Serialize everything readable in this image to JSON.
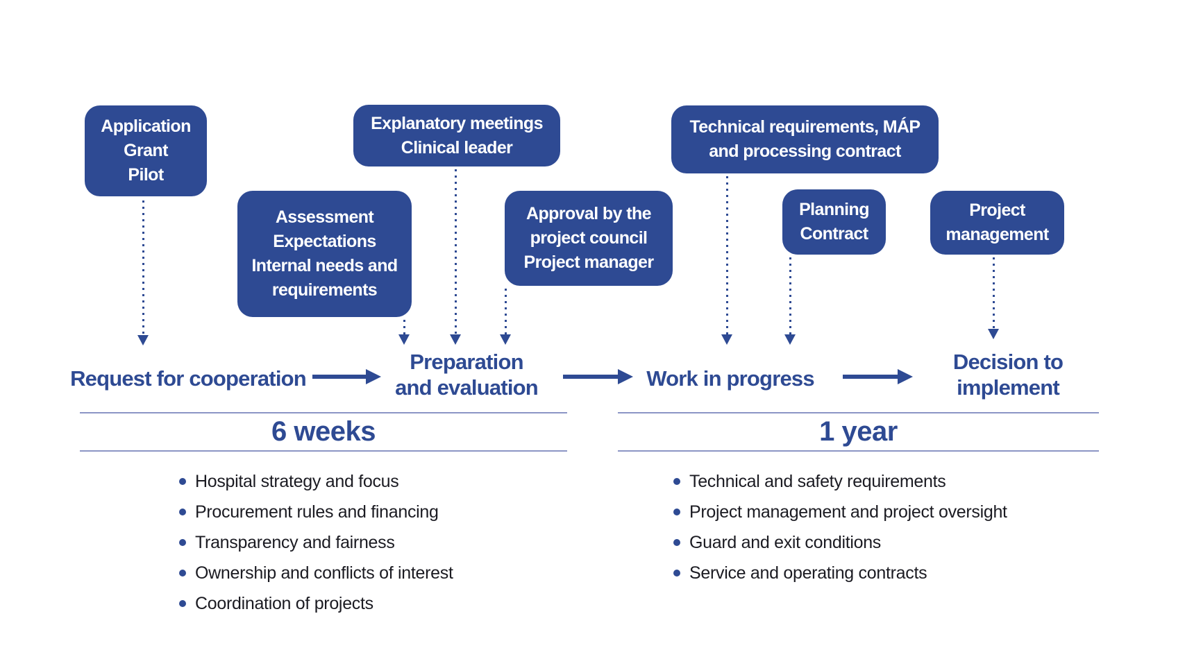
{
  "colors": {
    "navy": "#2e4a93",
    "rule": "#8b95c5",
    "body_text": "#1b1b22",
    "box_text": "#ffffff",
    "background": "#ffffff"
  },
  "boxes": [
    {
      "id": "application",
      "lines": [
        "Application",
        "Grant",
        "Pilot"
      ]
    },
    {
      "id": "explanatory",
      "lines": [
        "Explanatory meetings",
        "Clinical leader"
      ]
    },
    {
      "id": "technical",
      "lines": [
        "Technical requirements, MÁP",
        "and processing contract"
      ]
    },
    {
      "id": "assessment",
      "lines": [
        "Assessment",
        "Expectations",
        "Internal needs and",
        "requirements"
      ]
    },
    {
      "id": "approval",
      "lines": [
        "Approval by the",
        "project council",
        "Project manager"
      ]
    },
    {
      "id": "planning",
      "lines": [
        "Planning",
        "Contract"
      ]
    },
    {
      "id": "project_management",
      "lines": [
        "Project",
        "management"
      ]
    }
  ],
  "phases": [
    {
      "id": "request",
      "lines": [
        "Request for cooperation"
      ]
    },
    {
      "id": "preparation",
      "lines": [
        "Preparation",
        "and evaluation"
      ]
    },
    {
      "id": "work",
      "lines": [
        "Work in progress"
      ]
    },
    {
      "id": "decision",
      "lines": [
        "Decision to",
        "implement"
      ]
    }
  ],
  "durations": {
    "left": "6 weeks",
    "right": "1 year"
  },
  "bullet_lists": {
    "left": [
      "Hospital strategy and focus",
      "Procurement rules and financing",
      "Transparency and fairness",
      "Ownership and conflicts of interest",
      "Coordination of projects"
    ],
    "right": [
      "Technical and safety requirements",
      "Project management and project oversight",
      "Guard and exit conditions",
      "Service and operating contracts"
    ]
  }
}
